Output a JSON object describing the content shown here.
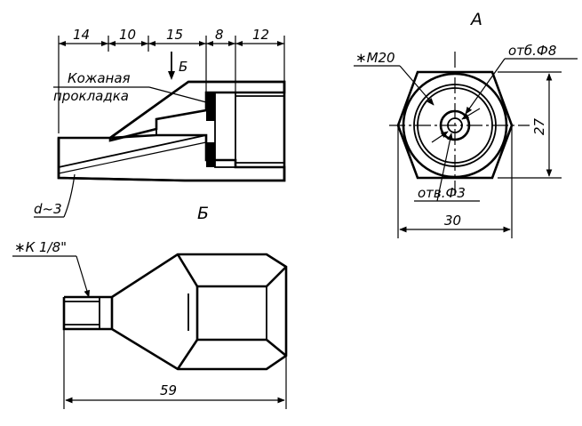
{
  "section_view": {
    "dims": [
      "14",
      "10",
      "15",
      "8",
      "12"
    ],
    "section_marker": "Б",
    "leather_label_line1": "Кожаная",
    "leather_label_line2": "прокладка",
    "diameter_label": "d~3"
  },
  "end_view": {
    "view_letter": "А",
    "thread_label": "∗M20",
    "hole_large_label": "отб.Ф8",
    "hole_small_label": "отв.Ф3",
    "height_dim": "27",
    "width_dim": "30"
  },
  "side_view": {
    "view_letter": "Б",
    "thread_label": "∗К 1/8\"",
    "length_dim": "59"
  }
}
